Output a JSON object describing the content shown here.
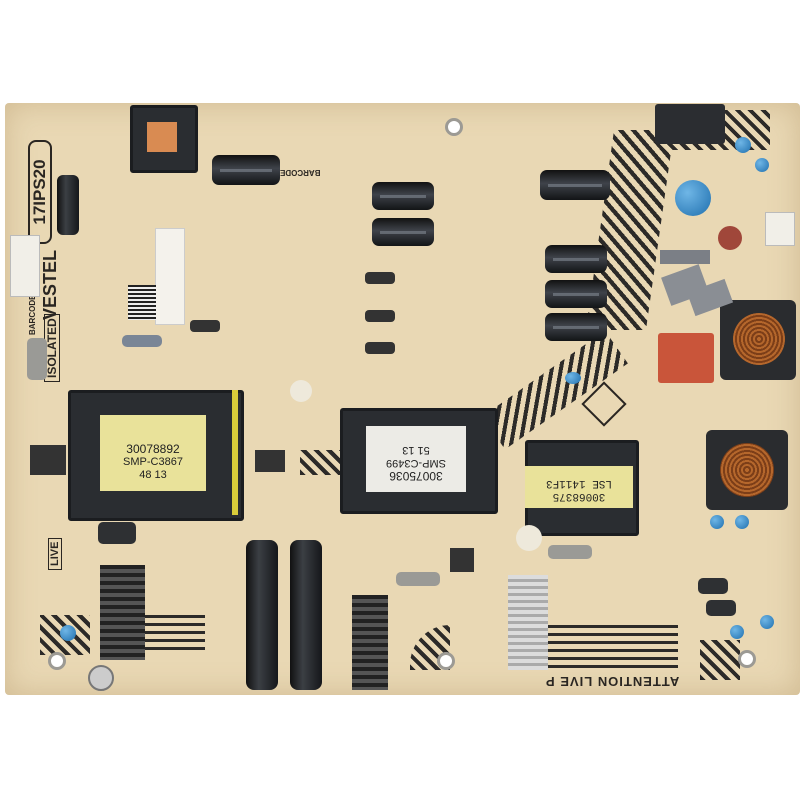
{
  "board": {
    "model": "17IPS20",
    "brand": "VESTEL",
    "isolated_label": "ISOLATED",
    "live_label": "LIVE",
    "barcode_label_left": "BARCODE",
    "barcode_label_top": "BARCODE",
    "warning_text": "ATTENTION LIVE P"
  },
  "transformers": [
    {
      "part": "30078892",
      "model": "SMP-C3867",
      "date": "48 13"
    },
    {
      "part": "30075036",
      "model": "SMP-C3499",
      "date": "51 13"
    },
    {
      "part": "30068375",
      "model": "LSE 1411F3"
    }
  ],
  "colors": {
    "pcb": "#e9d8b4",
    "trace": "#2c2a28",
    "capacitor_blue": "#2b7fc0",
    "tape_yellow": "#e9e29a"
  }
}
